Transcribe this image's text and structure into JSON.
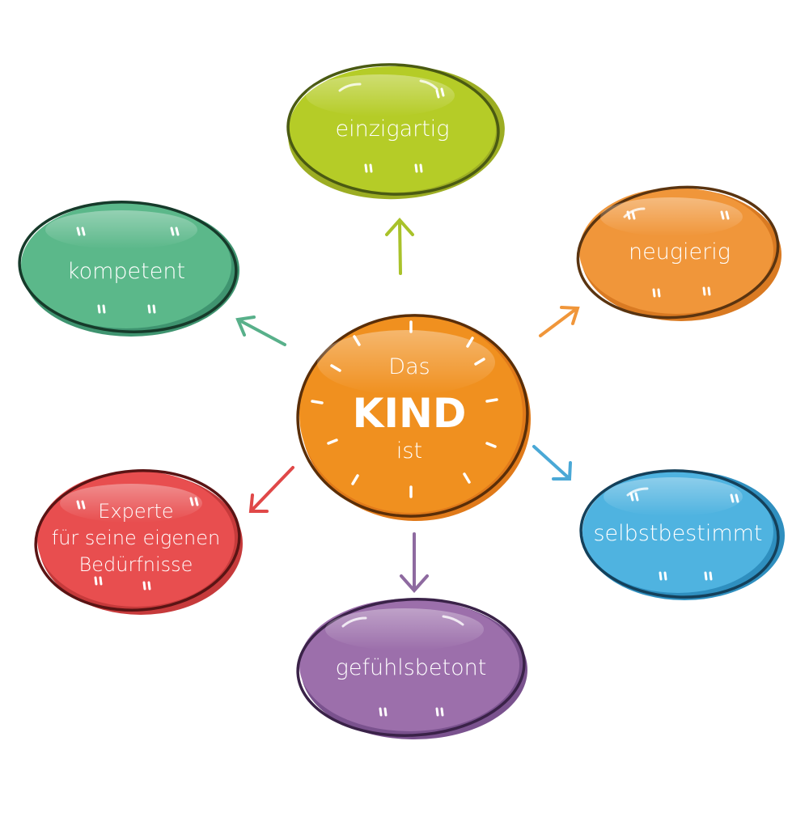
{
  "center": {
    "line1": "Das",
    "line2": "KIND",
    "line3": "ist",
    "color": "#f0901f"
  },
  "nodes": [
    {
      "label": "einzigartig",
      "color": "#b5cc27"
    },
    {
      "label": "neugierig",
      "color": "#f0963a"
    },
    {
      "label": "selbstbestimmt",
      "color": "#4fb3e0"
    },
    {
      "label": "gefühlsbetont",
      "color": "#9c6fab"
    },
    {
      "label_lines": [
        "Experte",
        "für seine eigenen",
        "Bedürfnisse"
      ],
      "color": "#e84e4f"
    },
    {
      "label": "kompetent",
      "color": "#5bb88a"
    }
  ]
}
